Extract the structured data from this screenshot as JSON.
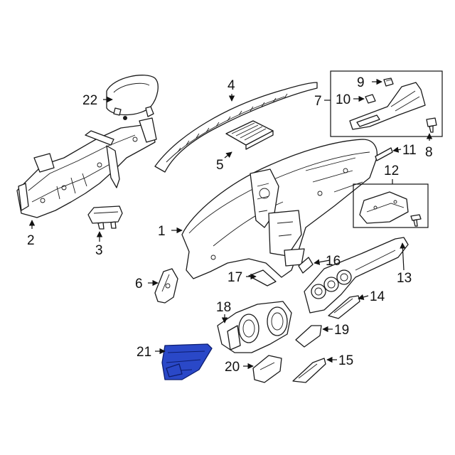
{
  "callouts": {
    "c1": "1",
    "c2": "2",
    "c3": "3",
    "c4": "4",
    "c5": "5",
    "c6": "6",
    "c7": "7",
    "c8": "8",
    "c9": "9",
    "c10": "10",
    "c11": "11",
    "c12": "12",
    "c13": "13",
    "c14": "14",
    "c15": "15",
    "c16": "16",
    "c17": "17",
    "c18": "18",
    "c19": "19",
    "c20": "20",
    "c21": "21",
    "c22": "22"
  },
  "colors": {
    "highlight": "#2a48c8",
    "line": "#1a1a1a"
  }
}
